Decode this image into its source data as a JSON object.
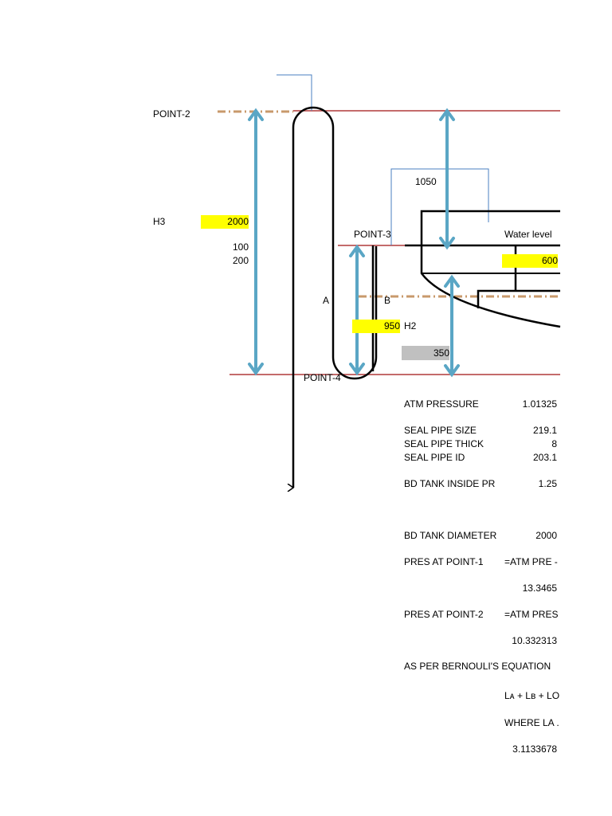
{
  "diagram": {
    "labels": {
      "point2": "POINT-2",
      "point3": "POINT-3",
      "point4": "POINT-4",
      "h3": "H3",
      "h2": "H2",
      "a": "A",
      "b": "B",
      "water_level": "Water level",
      "dim_1050": "1050",
      "dim_100": "100",
      "dim_200": "200"
    },
    "values": {
      "h3": "2000",
      "h2": "950",
      "level": "600",
      "gray": "350"
    },
    "colors": {
      "datum_line": "#b03a3a",
      "arrow": "#5aa6c5",
      "thin_blue": "#4a7fc1",
      "dash_line": "#c8996b",
      "highlight_yellow": "#ffff00",
      "highlight_gray": "#c0c0c0"
    }
  },
  "calc": {
    "atm_pressure": {
      "label": "ATM PRESSURE",
      "value": "1.01325"
    },
    "seal_pipe_size": {
      "label": "SEAL PIPE SIZE",
      "value": "219.1"
    },
    "seal_pipe_thick": {
      "label": "SEAL PIPE THICK",
      "value": "8"
    },
    "seal_pipe_id": {
      "label": "SEAL PIPE ID",
      "value": "203.1"
    },
    "bd_tank_inside_pr": {
      "label": "BD TANK INSIDE PR",
      "value": "1.25"
    },
    "bd_tank_diameter": {
      "label": "BD TANK DIAMETER",
      "value": "2000"
    },
    "pres_point1": {
      "label": "PRES AT POINT-1",
      "formula": "=ATM PRE -",
      "value": "13.3465"
    },
    "pres_point2": {
      "label": "PRES AT POINT-2",
      "formula": "=ATM PRES",
      "value": "10.332313"
    },
    "bernoulli": {
      "label": "AS PER BERNOULI'S EQUATION",
      "equation": "Lᴀ + Lʙ + LO",
      "where": "WHERE LA .",
      "value": "3.1133678"
    }
  }
}
